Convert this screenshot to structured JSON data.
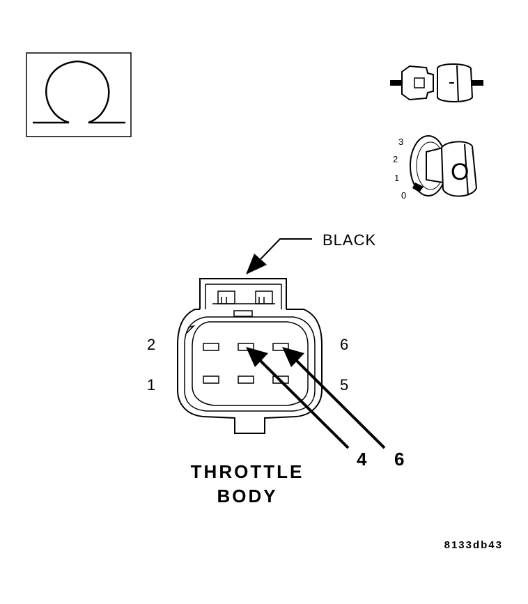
{
  "meter_symbol": {
    "icon": "ohm-icon",
    "name": "ohmmeter"
  },
  "connector_disconnect": {
    "icon": "connector-disconnect-icon"
  },
  "ignition": {
    "icon": "ignition-key-icon",
    "positions": [
      "3",
      "2",
      "1",
      "0"
    ],
    "key_label": "O"
  },
  "callout_color": "BLACK",
  "pins_left": [
    "2",
    "1"
  ],
  "pins_right": [
    "6",
    "5"
  ],
  "probe_labels": [
    "4",
    "6"
  ],
  "component_name_line1": "THROTTLE",
  "component_name_line2": "BODY",
  "figure_id": "8133db43"
}
